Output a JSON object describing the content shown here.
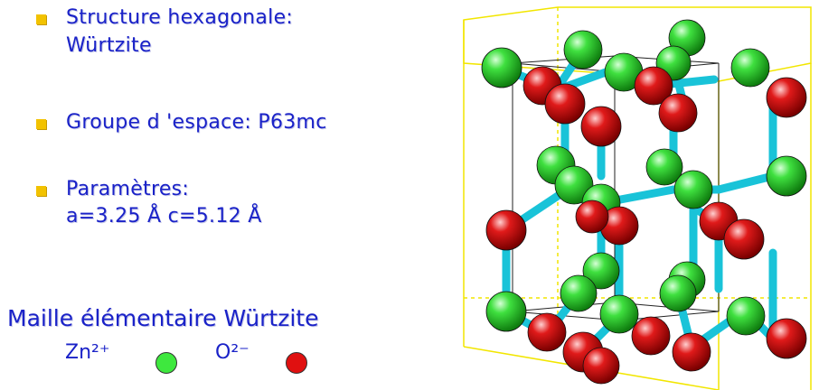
{
  "bullets": [
    {
      "line1": "Structure hexagonale:",
      "line2": "Würtzite"
    },
    {
      "line1": "Groupe d 'espace: P63mc",
      "line2": ""
    },
    {
      "line1": "Paramètres:",
      "line2": "a=3.25 Å c=5.12 Å"
    }
  ],
  "caption": "Maille élémentaire Würtzite",
  "legend": {
    "zn_label": "Zn²⁺",
    "o_label": "O²⁻",
    "zn_color": "#3ee83e",
    "o_color": "#e01010"
  },
  "colors": {
    "text": "#1a22c8",
    "bullet": "#f2c200",
    "bond": "#19c3d8",
    "cell_outline": "#f2e600",
    "zn_atom": "#22cc22",
    "o_atom": "#dd1111"
  }
}
